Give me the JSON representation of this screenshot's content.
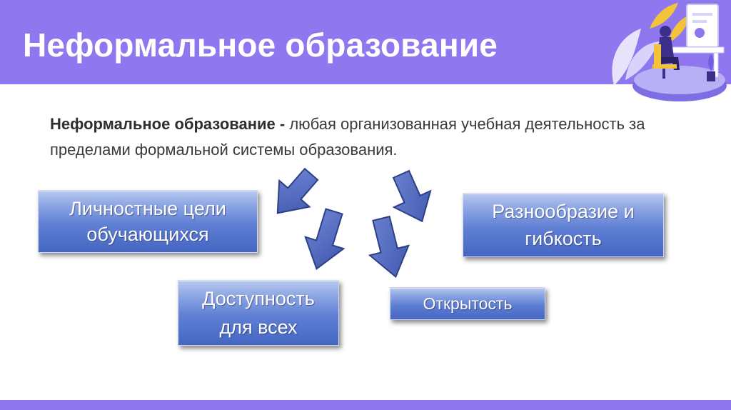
{
  "slide": {
    "title": "Неформальное образование",
    "definition": {
      "term": "Неформальное образование -",
      "text": "любая организованная учебная деятельность за пределами формальной системы образования."
    },
    "boxes": {
      "goals": [
        "Личностные цели",
        "обучающихся"
      ],
      "variety": [
        "Разнообразие и",
        "гибкость"
      ],
      "access": [
        "Доступность",
        "для всех"
      ],
      "openness": "Открытость"
    }
  },
  "colors": {
    "header": "#8f77f0",
    "box": "#5f7fd4",
    "arrow": "#4a62b5"
  },
  "icons": {
    "illustration": "person-at-desk-illustration",
    "arrows": "down-arrow-icon"
  }
}
